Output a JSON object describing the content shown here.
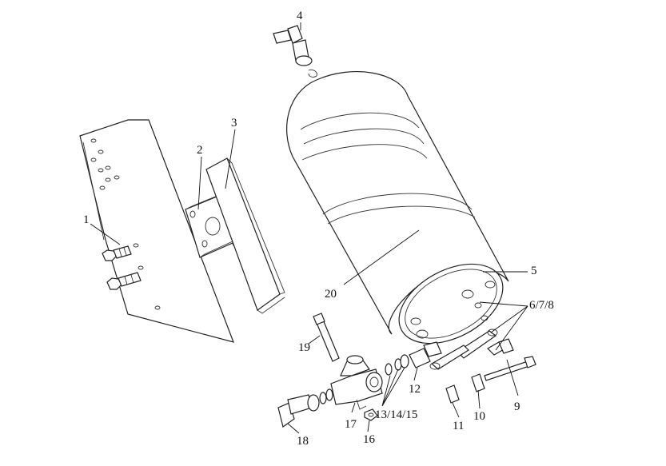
{
  "callouts": [
    {
      "id": "1",
      "text": "1"
    },
    {
      "id": "2",
      "text": "2"
    },
    {
      "id": "3",
      "text": "3"
    },
    {
      "id": "4",
      "text": "4"
    },
    {
      "id": "5",
      "text": "5"
    },
    {
      "id": "678",
      "text": "6/7/8"
    },
    {
      "id": "9",
      "text": "9"
    },
    {
      "id": "10",
      "text": "10"
    },
    {
      "id": "11",
      "text": "11"
    },
    {
      "id": "12",
      "text": "12"
    },
    {
      "id": "131415",
      "text": "13/14/15"
    },
    {
      "id": "16",
      "text": "16"
    },
    {
      "id": "17",
      "text": "17"
    },
    {
      "id": "18",
      "text": "18"
    },
    {
      "id": "19",
      "text": "19"
    },
    {
      "id": "20",
      "text": "20"
    }
  ]
}
